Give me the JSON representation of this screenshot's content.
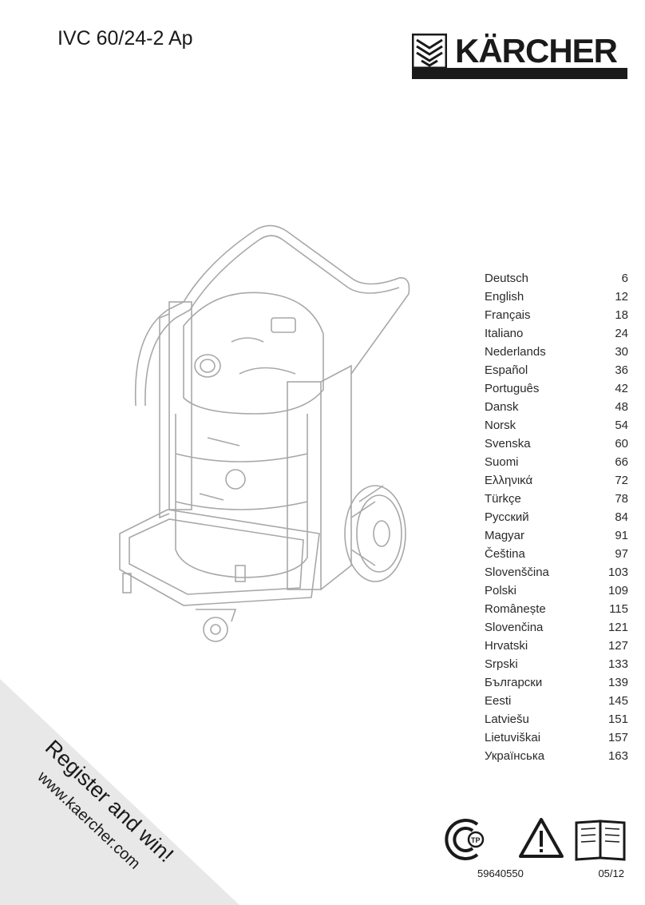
{
  "header": {
    "model": "IVC 60/24-2 Ap",
    "brand_name": "KÄRCHER"
  },
  "toc": [
    {
      "language": "Deutsch",
      "page": "6"
    },
    {
      "language": "English",
      "page": "12"
    },
    {
      "language": "Français",
      "page": "18"
    },
    {
      "language": "Italiano",
      "page": "24"
    },
    {
      "language": "Nederlands",
      "page": "30"
    },
    {
      "language": "Español",
      "page": "36"
    },
    {
      "language": "Português",
      "page": "42"
    },
    {
      "language": "Dansk",
      "page": "48"
    },
    {
      "language": "Norsk",
      "page": "54"
    },
    {
      "language": "Svenska",
      "page": "60"
    },
    {
      "language": "Suomi",
      "page": "66"
    },
    {
      "language": "Ελληνικά",
      "page": "72"
    },
    {
      "language": "Türkçe",
      "page": "78"
    },
    {
      "language": "Русский",
      "page": "84"
    },
    {
      "language": "Magyar",
      "page": "91"
    },
    {
      "language": "Čeština",
      "page": "97"
    },
    {
      "language": "Slovenščina",
      "page": "103"
    },
    {
      "language": "Polski",
      "page": "109"
    },
    {
      "language": "Românește",
      "page": "115"
    },
    {
      "language": "Slovenčina",
      "page": "121"
    },
    {
      "language": "Hrvatski",
      "page": "127"
    },
    {
      "language": "Srpski",
      "page": "133"
    },
    {
      "language": "Български",
      "page": "139"
    },
    {
      "language": "Eesti",
      "page": "145"
    },
    {
      "language": "Latviešu",
      "page": "151"
    },
    {
      "language": "Lietuviškai",
      "page": "157"
    },
    {
      "language": "Українська",
      "page": "163"
    }
  ],
  "promo": {
    "headline": "Register and win!",
    "url": "www.kaercher.com"
  },
  "footer": {
    "part_number": "59640550",
    "date": "05/12"
  },
  "colors": {
    "text": "#1a1a1a",
    "promo_band": "#e8e8e8"
  },
  "icons": [
    "karcher-logo-icon",
    "product-vacuum-illustration",
    "gost-certification-icon",
    "warning-triangle-icon",
    "open-manual-icon"
  ]
}
